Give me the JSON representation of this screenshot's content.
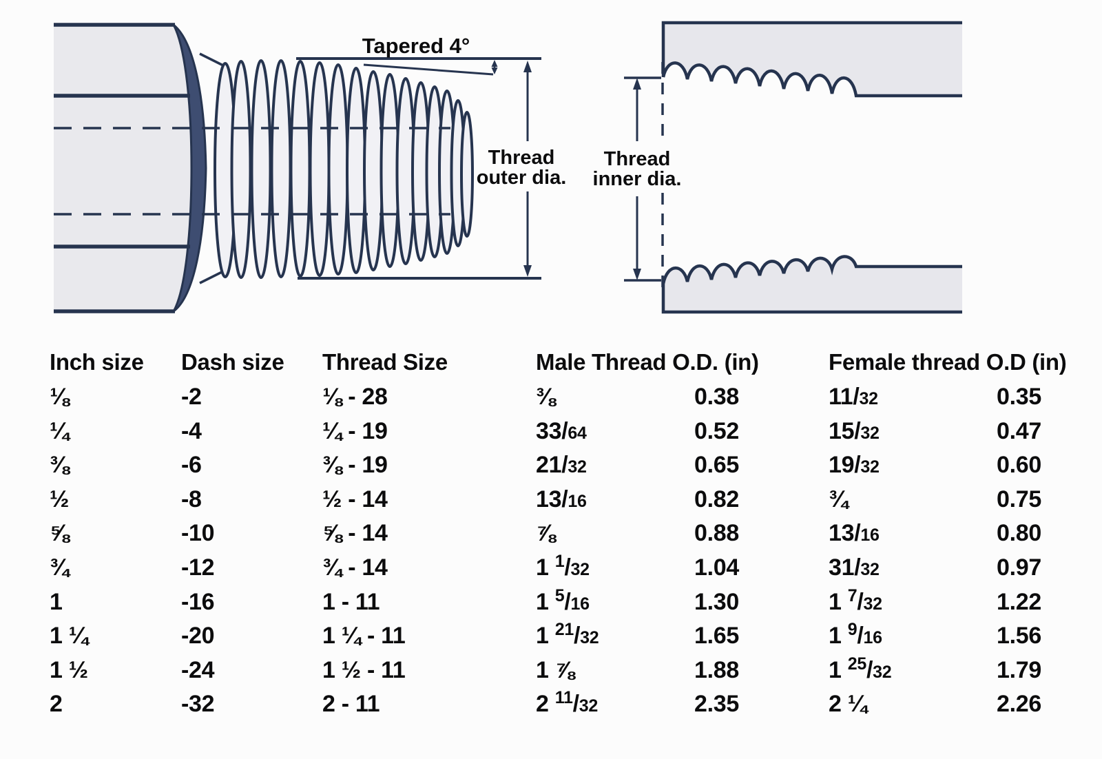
{
  "diagram_left": {
    "taper_label": "Tapered 4°",
    "dia_label": [
      "Thread",
      "outer dia."
    ]
  },
  "diagram_right": {
    "dia_label": [
      "Thread",
      "inner dia."
    ]
  },
  "table": {
    "headers": [
      "Inch size",
      "Dash size",
      "Thread Size",
      "Male Thread O.D. (in)",
      "Female thread O.D (in)"
    ],
    "rows": [
      {
        "inch": "⅛",
        "dash": "-2",
        "thread": "⅛ - 28",
        "male_f": "⅜",
        "male_d": "0.38",
        "female_f": "11|32",
        "female_d": "0.35"
      },
      {
        "inch": "¼",
        "dash": "-4",
        "thread": "¼ - 19",
        "male_f": "33|64",
        "male_d": "0.52",
        "female_f": "15|32",
        "female_d": "0.47"
      },
      {
        "inch": "⅜",
        "dash": "-6",
        "thread": "⅜ - 19",
        "male_f": "21|32",
        "male_d": "0.65",
        "female_f": "19|32",
        "female_d": "0.60"
      },
      {
        "inch": "½",
        "dash": "-8",
        "thread": "½ - 14",
        "male_f": "13|16",
        "male_d": "0.82",
        "female_f": "¾",
        "female_d": "0.75"
      },
      {
        "inch": "⅝",
        "dash": "-10",
        "thread": "⅝ - 14",
        "male_f": "⅞",
        "male_d": "0.88",
        "female_f": "13|16",
        "female_d": "0.80"
      },
      {
        "inch": "¾",
        "dash": "-12",
        "thread": "¾ - 14",
        "male_f": "1 1|32",
        "male_d": "1.04",
        "female_f": "31|32",
        "female_d": "0.97"
      },
      {
        "inch": "1",
        "dash": "-16",
        "thread": "1 - 11",
        "male_f": "1 5|16",
        "male_d": "1.30",
        "female_f": "1 7|32",
        "female_d": "1.22"
      },
      {
        "inch": "1 ¼",
        "dash": "-20",
        "thread": "1 ¼ - 11",
        "male_f": "1 21|32",
        "male_d": "1.65",
        "female_f": "1 9|16",
        "female_d": "1.56"
      },
      {
        "inch": "1 ½",
        "dash": "-24",
        "thread": "1 ½ - 11",
        "male_f": "1 ⅞",
        "male_d": "1.88",
        "female_f": "1 25|32",
        "female_d": "1.79"
      },
      {
        "inch": "2",
        "dash": "-32",
        "thread": "2 - 11",
        "male_f": "2 11|32",
        "male_d": "2.35",
        "female_f": "2 ¼",
        "female_d": "2.26"
      }
    ]
  },
  "colors": {
    "line_navy": "#26344f",
    "hex_fill": "#e9e9ed",
    "thread_fill": "#f1f1f5",
    "crescent_fill": "#3e4d71",
    "text": "#0c0c0d",
    "background": "#fcfcfc"
  }
}
